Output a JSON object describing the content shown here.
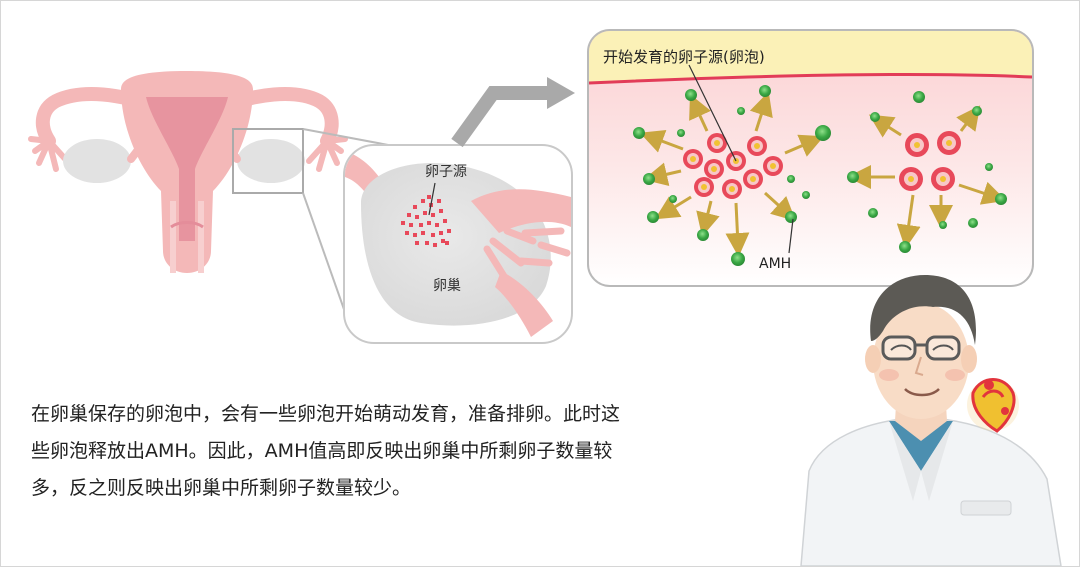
{
  "labels": {
    "zoom_source": "开始发育的卵子源(卵泡)",
    "amh": "AMH",
    "egg_source": "卵子源",
    "ovary": "卵巢"
  },
  "caption": {
    "line1": "在卵巢保存的卵泡中，会有一些卵泡开始萌动发育，准备排卵。此时这",
    "line2": "些卵泡释放出AMH。因此，AMH值高即反映出卵巢中所剩卵子数量较",
    "line3": "多，反之则反映出卵巢中所剩卵子数量较少。"
  },
  "colors": {
    "uterus": "#f4b8b8",
    "ovary_gray": "#e3e3e3",
    "egg_red": "#e8495a",
    "amh_green": "#3aa845",
    "arrow_gold": "#c9a640",
    "band_yellow": "#fbf1b7"
  }
}
